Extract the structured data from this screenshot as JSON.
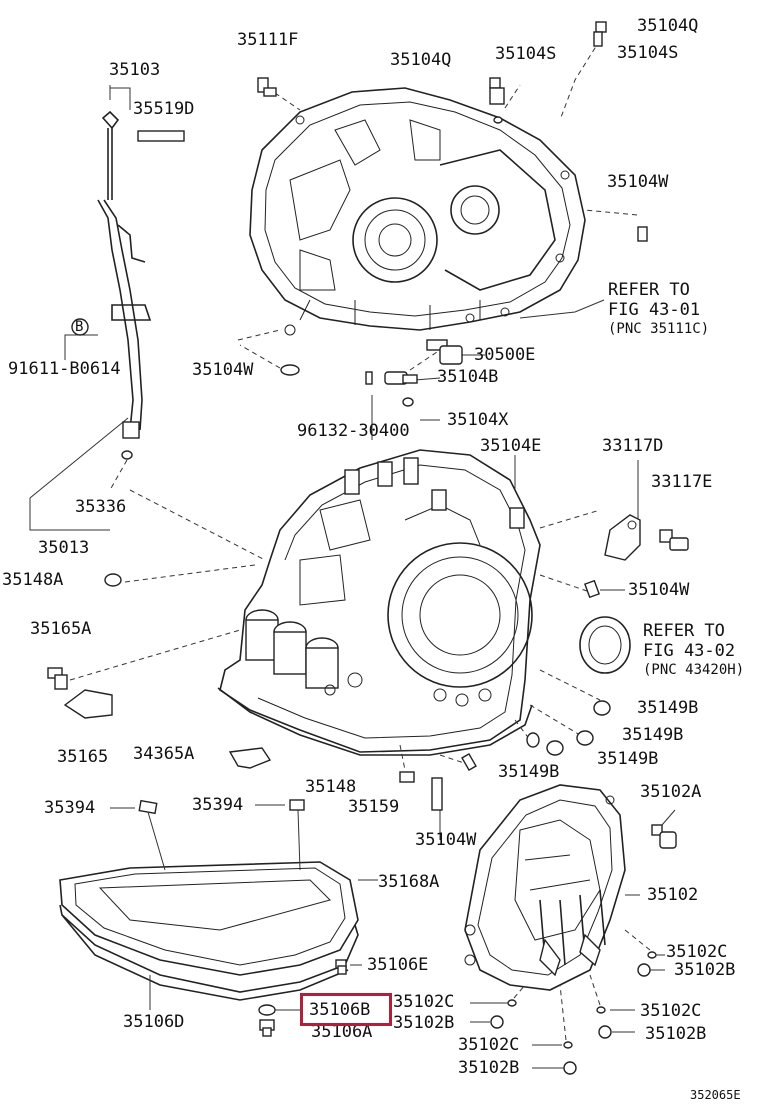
{
  "diagram": {
    "part_labels": {
      "p35111F": "35111F",
      "p35104Q_a": "35104Q",
      "p35104S_a": "35104S",
      "p35104Q_b": "35104Q",
      "p35104S_b": "35104S",
      "p35103": "35103",
      "p35519D": "35519D",
      "p35104W_a": "35104W",
      "p91611": "91611-B0614",
      "pB": "B",
      "p35104W_b": "35104W",
      "p30500E": "30500E",
      "p35104B": "35104B",
      "p96132": "96132-30400",
      "p35104X": "35104X",
      "p35104E": "35104E",
      "p33117D": "33117D",
      "p33117E": "33117E",
      "p35336": "35336",
      "p35013": "35013",
      "p35148A": "35148A",
      "p35104W_c": "35104W",
      "p35165A": "35165A",
      "p35165": "35165",
      "p34365A": "34365A",
      "p35149B_a": "35149B",
      "p35149B_b": "35149B",
      "p35149B_c": "35149B",
      "p35149B_d": "35149B",
      "p35148": "35148",
      "p35159": "35159",
      "p35104W_d": "35104W",
      "p35102A": "35102A",
      "p35394_a": "35394",
      "p35394_b": "35394",
      "p35168A": "35168A",
      "p35102": "35102",
      "p35106E": "35106E",
      "p35102C_a": "35102C",
      "p35102B_a": "35102B",
      "p35106D": "35106D",
      "p35106B": "35106B",
      "p35106A": "35106A",
      "p35102C_b": "35102C",
      "p35102B_b": "35102B",
      "p35102C_c": "35102C",
      "p35102B_c": "35102B",
      "p35102C_d": "35102C",
      "p35102B_d": "35102B"
    },
    "refer_1": {
      "line1": "REFER TO",
      "line2": "FIG 43-01",
      "line3": "(PNC 35111C)"
    },
    "refer_2": {
      "line1": "REFER TO",
      "line2": "FIG 43-02",
      "line3": "(PNC 43420H)"
    },
    "figure_code": "352065E",
    "highlighted_part": "35106B",
    "highlight_color": "#b0203a"
  }
}
